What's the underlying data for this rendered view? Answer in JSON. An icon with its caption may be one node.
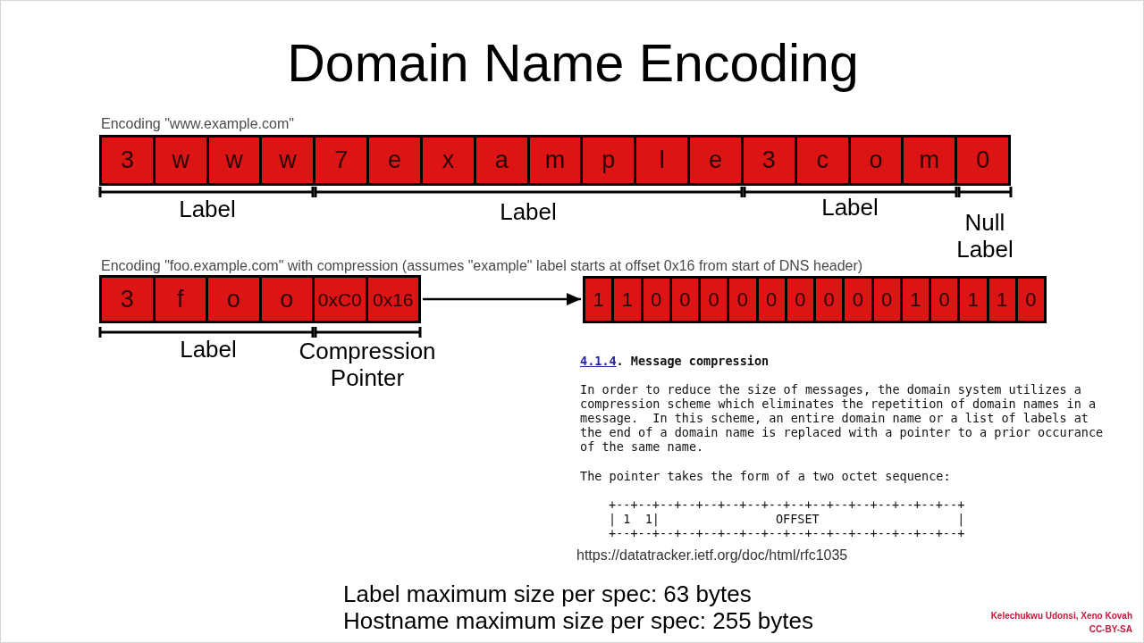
{
  "diagram": {
    "title": "Domain Name Encoding",
    "nodes": [
      {
        "text": [],
        "shape": "bar",
        "beside": [
          "Encoding \"www.example.com\""
        ]
      },
      {
        "text": [
          "3"
        ],
        "in": 0
      },
      {
        "text": [
          "w"
        ],
        "in": 0
      },
      {
        "text": [
          "w"
        ],
        "in": 0
      },
      {
        "text": [
          "w"
        ],
        "in": 0
      },
      {
        "text": [
          "7"
        ],
        "in": 0
      },
      {
        "text": [
          "e"
        ],
        "in": 0
      },
      {
        "text": [
          "x"
        ],
        "in": 0
      },
      {
        "text": [
          "a"
        ],
        "in": 0
      },
      {
        "text": [
          "m"
        ],
        "in": 0
      },
      {
        "text": [
          "p"
        ],
        "in": 0
      },
      {
        "text": [
          "l"
        ],
        "in": 0
      },
      {
        "text": [
          "e"
        ],
        "in": 0
      },
      {
        "text": [
          "3"
        ],
        "in": 0
      },
      {
        "text": [
          "c"
        ],
        "in": 0
      },
      {
        "text": [
          "o"
        ],
        "in": 0
      },
      {
        "text": [
          "m"
        ],
        "in": 0
      },
      {
        "text": [
          "0"
        ],
        "in": 0
      },
      {
        "text": [],
        "shape": "bar",
        "beside": [
          "Encoding \"foo.example.com\" with compression (assumes \"example\" label starts at offset 0x16 from start of DNS header)"
        ]
      },
      {
        "text": [
          "3"
        ],
        "in": 18
      },
      {
        "text": [
          "f"
        ],
        "in": 18
      },
      {
        "text": [
          "o"
        ],
        "in": 18
      },
      {
        "text": [
          "o"
        ],
        "in": 18
      },
      {
        "text": [
          "0xC0"
        ],
        "in": 18
      },
      {
        "text": [
          "0x16"
        ],
        "in": 18
      },
      {
        "text": [],
        "shape": "bar"
      },
      {
        "text": [
          "1"
        ],
        "in": 25
      },
      {
        "text": [
          "1"
        ],
        "in": 25
      },
      {
        "text": [
          "0"
        ],
        "in": 25
      },
      {
        "text": [
          "0"
        ],
        "in": 25
      },
      {
        "text": [
          "0"
        ],
        "in": 25
      },
      {
        "text": [
          "0"
        ],
        "in": 25
      },
      {
        "text": [
          "0"
        ],
        "in": 25
      },
      {
        "text": [
          "0"
        ],
        "in": 25
      },
      {
        "text": [
          "0"
        ],
        "in": 25
      },
      {
        "text": [
          "0"
        ],
        "in": 25
      },
      {
        "text": [
          "0"
        ],
        "in": 25
      },
      {
        "text": [
          "1"
        ],
        "in": 25
      },
      {
        "text": [
          "0"
        ],
        "in": 25
      },
      {
        "text": [
          "1"
        ],
        "in": 25
      },
      {
        "text": [
          "1"
        ],
        "in": 25
      },
      {
        "text": [
          "0"
        ],
        "in": 25
      }
    ],
    "edges": [
      {
        "from": 18,
        "to": 25,
        "arrow": "to"
      }
    ],
    "labels": [
      "Label",
      "Label",
      "Label",
      "Null Label",
      "Label",
      "Compression Pointer",
      "4.1.4",
      ". Message compression",
      "In order to reduce the size of messages, the domain system utilizes a compression scheme which eliminates the repetition of domain names in a message.  In this scheme, an entire domain name or a list of labels at the end of a domain name is replaced with a pointer to a prior occurance of the same name.",
      "The pointer takes the form of a two octet sequence:",
      "+--+--+--+--+--+--+--+--+--+--+--+--+--+--+--+--+",
      "| 1  1|                OFFSET                   |",
      "+--+--+--+--+--+--+--+--+--+--+--+--+--+--+--+--+",
      "https://datatracker.ietf.org/doc/html/rfc1035",
      "Label maximum size per spec: 63 bytes",
      "Hostname maximum size per spec: 255 bytes",
      "Kelechukwu Udonsi, Xeno Kovah",
      "CC-BY-SA"
    ]
  }
}
